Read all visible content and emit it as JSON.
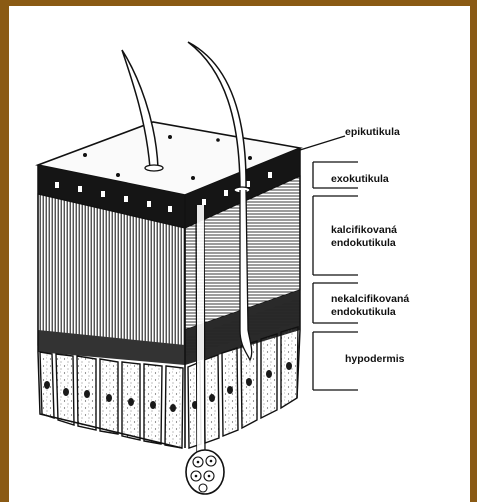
{
  "frame": {
    "border_color": "#8a5a14",
    "background": "#ffffff"
  },
  "labels": {
    "epikutikula": "epikutikula",
    "exokutikula": "exokutikula",
    "kalcifikovana_1": "kalcifikovaná",
    "kalcifikovana_2": "endokutikula",
    "nekalcifikovana_1": "nekalcifikovaná",
    "nekalcifikovana_2": "endokutikula",
    "hypodermis": "hypodermis"
  }
}
